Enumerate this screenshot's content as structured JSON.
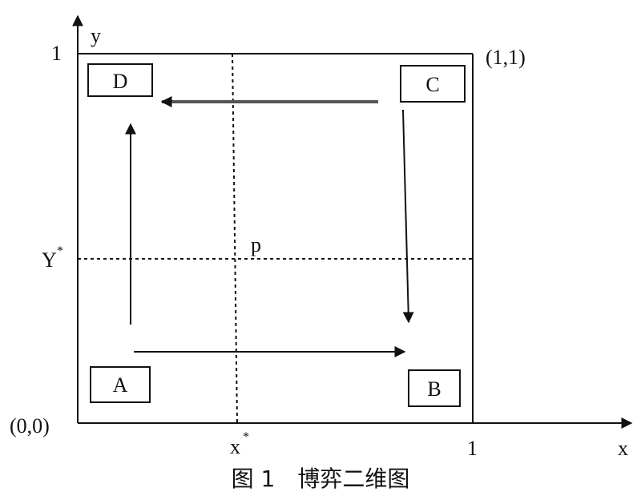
{
  "diagram": {
    "axis": {
      "x_label": "x",
      "y_label": "y",
      "origin_label": "(0,0)",
      "x_one": "1",
      "y_one": "1",
      "corner_label": "(1,1)",
      "x_star_base": "x",
      "x_star_sup": "*",
      "y_star_base": "Y",
      "y_star_sup": "*",
      "center_point_label": "p"
    },
    "boxes": {
      "A": "A",
      "B": "B",
      "C": "C",
      "D": "D"
    },
    "caption": "图 1　博弈二维图"
  }
}
